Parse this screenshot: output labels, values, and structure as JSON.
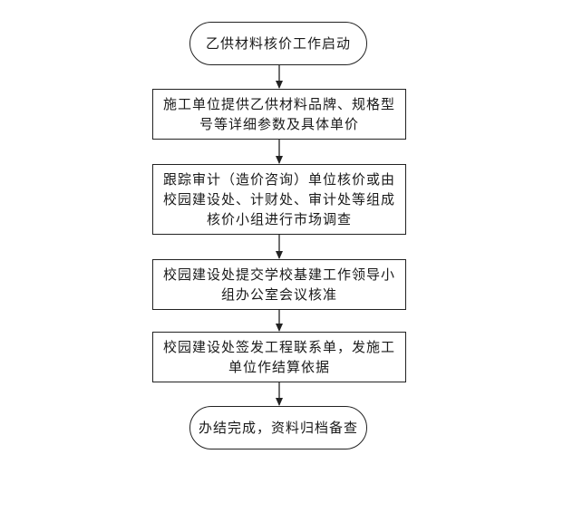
{
  "flowchart": {
    "start": {
      "text": "乙供材料核价工作启动"
    },
    "steps": [
      {
        "text": "施工单位提供乙供材料品牌、规格型\n号等详细参数及具体单价"
      },
      {
        "text": "跟踪审计（造价咨询）单位核价或由\n校园建设处、计财处、审计处等组成\n核价小组进行市场调查"
      },
      {
        "text": "校园建设处提交学校基建工作领导小\n组办公室会议核准"
      },
      {
        "text": "校园建设处签发工程联系单，发施工\n单位作结算依据"
      }
    ],
    "end": {
      "text": "办结完成，资料归档备查"
    }
  }
}
